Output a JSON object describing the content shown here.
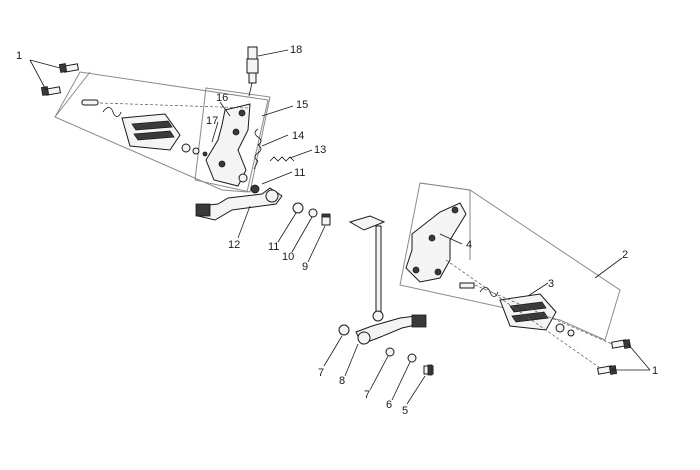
{
  "callouts": {
    "c1_left": "1",
    "c1_right": "1",
    "c2": "2",
    "c3": "3",
    "c4": "4",
    "c5": "5",
    "c6": "6",
    "c7_a": "7",
    "c7_b": "7",
    "c8": "8",
    "c9": "9",
    "c10": "10",
    "c11_a": "11",
    "c11_b": "11",
    "c12": "12",
    "c13": "13",
    "c14": "14",
    "c15": "15",
    "c16": "16",
    "c17": "17",
    "c18": "18"
  },
  "colors": {
    "line": "#1a1a1a",
    "frame": "#8a8a8a",
    "background": "#ffffff"
  }
}
